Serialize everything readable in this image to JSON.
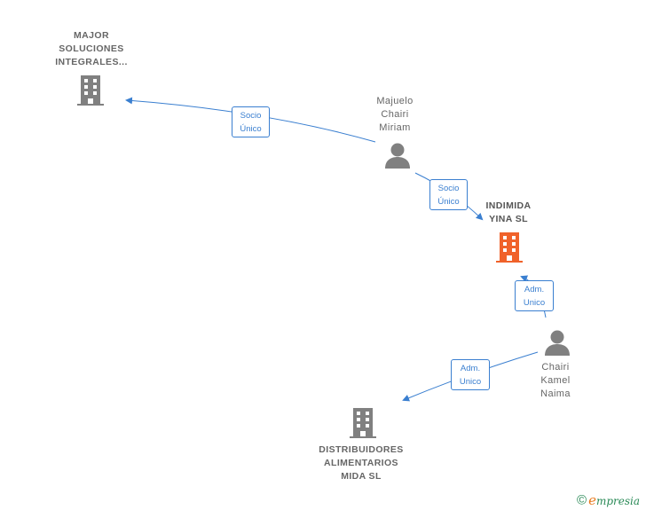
{
  "nodes": {
    "major": {
      "lines": [
        "MAJOR",
        "SOLUCIONES",
        "INTEGRALES..."
      ],
      "type": "company",
      "color": "#808080"
    },
    "majuelo": {
      "lines": [
        "Majuelo",
        "Chairi",
        "Miriam"
      ],
      "type": "person",
      "color": "#808080"
    },
    "indimida": {
      "lines": [
        "INDIMIDA",
        "YINA  SL"
      ],
      "type": "company",
      "color": "#f0622a",
      "focus": true
    },
    "chairi": {
      "lines": [
        "Chairi",
        "Kamel",
        "Naima"
      ],
      "type": "person",
      "color": "#808080"
    },
    "distribuidores": {
      "lines": [
        "DISTRIBUIDORES",
        "ALIMENTARIOS",
        "MIDA SL"
      ],
      "type": "company",
      "color": "#808080"
    }
  },
  "edges": [
    {
      "from": "majuelo",
      "to": "major",
      "lines": [
        "Socio",
        "Único"
      ]
    },
    {
      "from": "majuelo",
      "to": "indimida",
      "lines": [
        "Socio",
        "Único"
      ]
    },
    {
      "from": "chairi",
      "to": "indimida",
      "lines": [
        "Adm.",
        "Unico"
      ]
    },
    {
      "from": "chairi",
      "to": "distribuidores",
      "lines": [
        "Adm.",
        "Unico"
      ]
    }
  ],
  "colors": {
    "edge": "#3a7fd0",
    "brand": "#2a8a57",
    "brand_accent": "#e87a1e"
  },
  "footer": {
    "copyright": "©",
    "brand_first": "e",
    "brand_rest": "mpresia"
  }
}
